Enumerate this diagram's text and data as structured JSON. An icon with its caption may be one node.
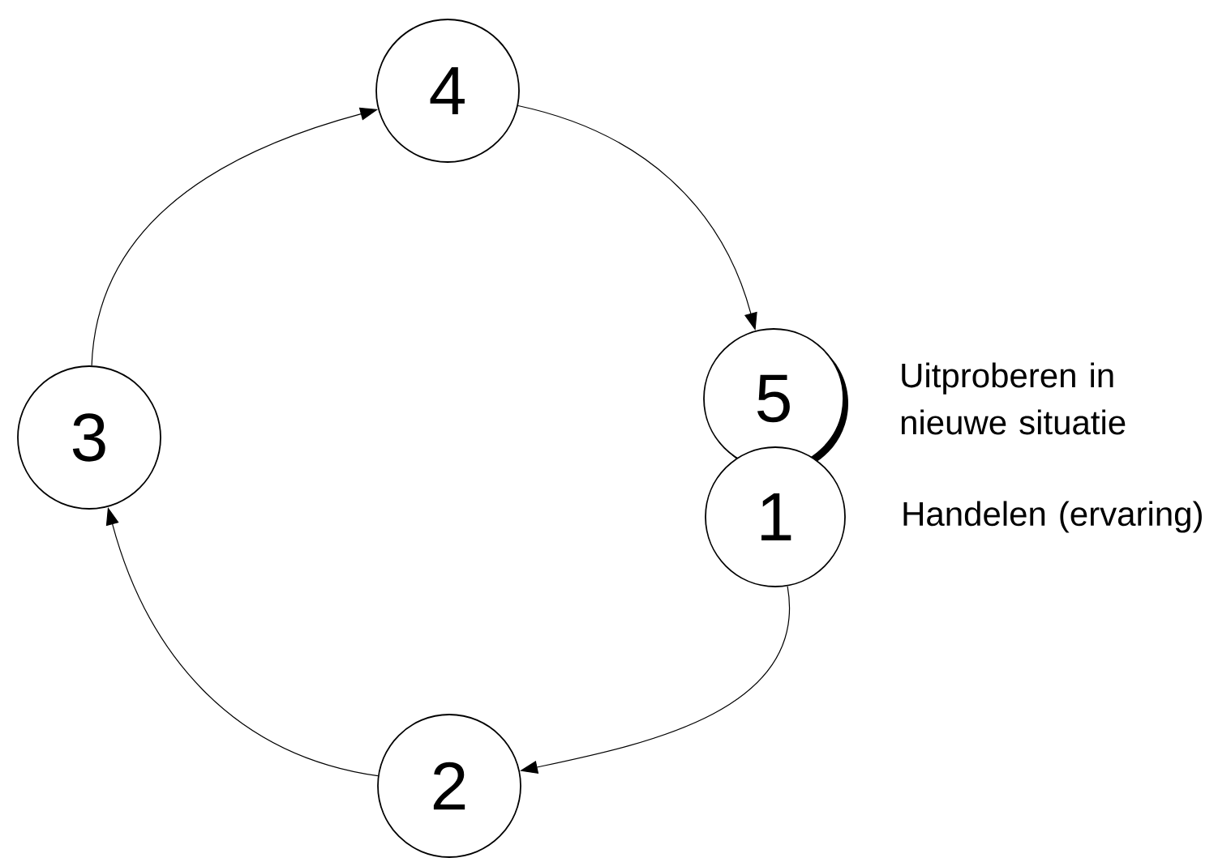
{
  "diagram": {
    "nodes": [
      {
        "text": [
          "4"
        ]
      },
      {
        "text": [
          "5"
        ],
        "beside": [
          "Uitproberen in nieuwe situatie"
        ]
      },
      {
        "text": [
          "3"
        ]
      },
      {
        "text": [
          "1"
        ],
        "beside": [
          "Handelen (ervaring)"
        ]
      },
      {
        "text": [
          "2"
        ]
      }
    ],
    "edges": [
      {
        "from": 3,
        "to": 4,
        "arrow": "to"
      },
      {
        "from": 4,
        "to": 2,
        "arrow": "to"
      },
      {
        "from": 2,
        "to": 0,
        "arrow": "to"
      },
      {
        "from": 0,
        "to": 1,
        "arrow": "to"
      }
    ]
  }
}
